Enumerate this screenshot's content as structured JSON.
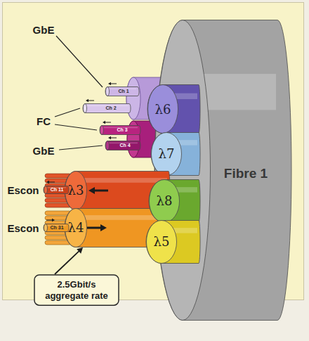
{
  "diagram": {
    "nodes": [
      {
        "text": [
          "Fibre 1"
        ]
      },
      {
        "text": [
          "Ch 1"
        ]
      },
      {
        "text": [
          "Ch 2"
        ]
      },
      {
        "text": [
          "λ6"
        ]
      },
      {
        "text": [
          "Ch 3"
        ]
      },
      {
        "text": [
          "Ch 4"
        ]
      },
      {
        "text": [
          "λ7"
        ]
      },
      {
        "text": [
          "Ch 11"
        ]
      },
      {
        "text": [
          "λ3"
        ]
      },
      {
        "text": [
          "λ8"
        ]
      },
      {
        "text": [
          "Ch 31"
        ]
      },
      {
        "text": [
          "λ4"
        ]
      },
      {
        "text": [
          "λ5"
        ]
      },
      {
        "text": [
          "2.5Gbit/s aggregate rate"
        ]
      }
    ],
    "edges": [
      {
        "from": 13,
        "to": 11,
        "arrow": "to"
      }
    ],
    "labels": [
      "GbE",
      "FC",
      "GbE",
      "Escon",
      "Escon"
    ]
  }
}
